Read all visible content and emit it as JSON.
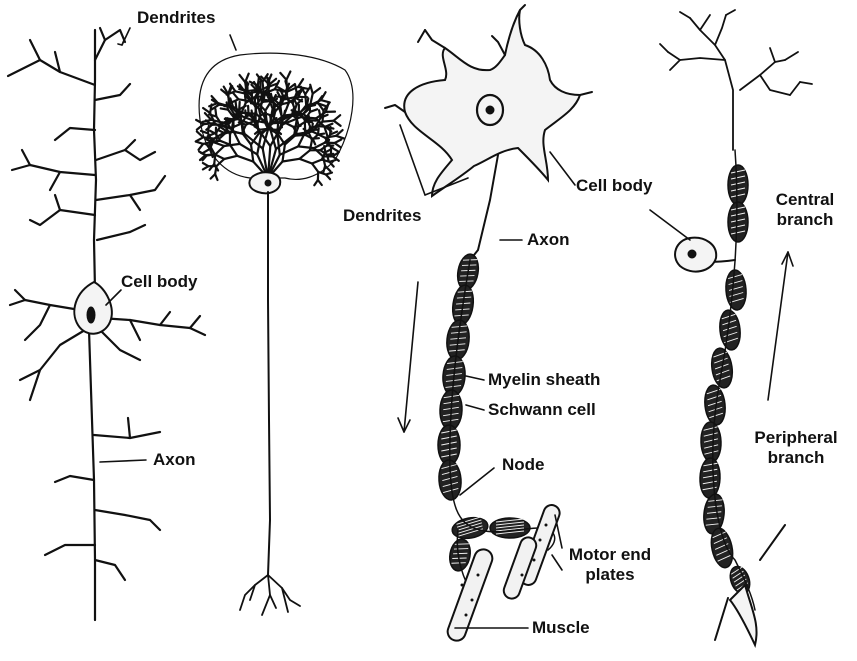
{
  "labels": {
    "dendrites_1": "Dendrites",
    "cell_body_1": "Cell body",
    "axon_1": "Axon",
    "dendrites_2": "Dendrites",
    "cell_body_2": "Cell body",
    "axon_2": "Axon",
    "myelin_sheath": "Myelin sheath",
    "schwann_cell": "Schwann cell",
    "node": "Node",
    "motor_end_plates_line1": "Motor end",
    "motor_end_plates_line2": "plates",
    "muscle": "Muscle",
    "central_branch_line1": "Central",
    "central_branch_line2": "branch",
    "peripheral_branch_line1": "Peripheral",
    "peripheral_branch_line2": "branch"
  }
}
